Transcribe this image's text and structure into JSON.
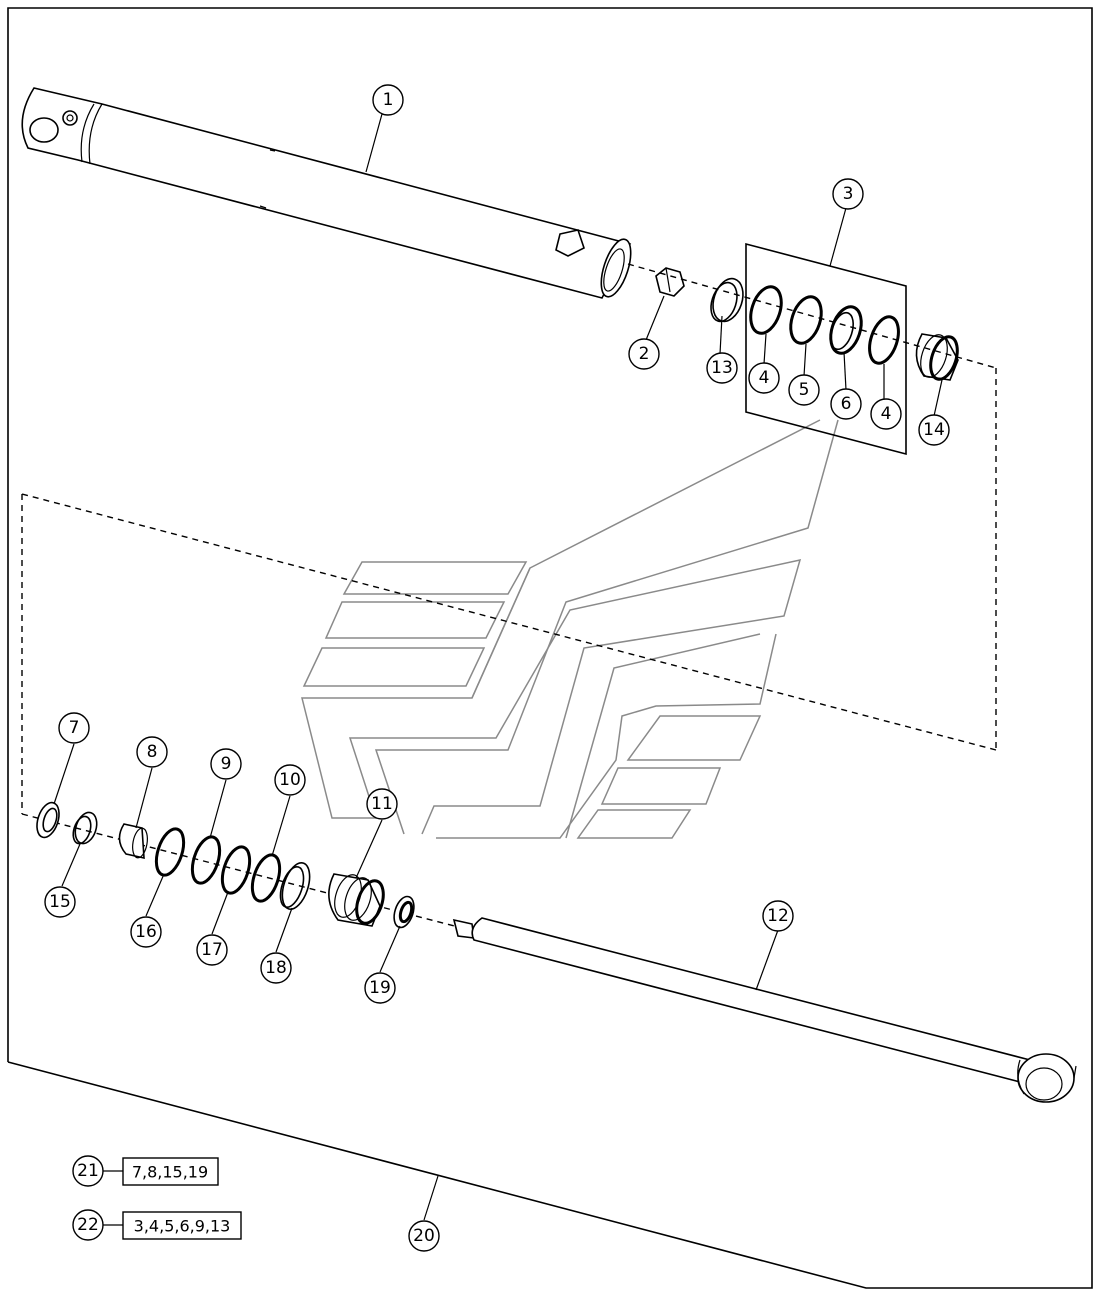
{
  "callouts": [
    "1",
    "2",
    "3",
    "4",
    "5",
    "6",
    "4",
    "7",
    "8",
    "9",
    "10",
    "11",
    "12",
    "13",
    "14",
    "15",
    "16",
    "17",
    "18",
    "19",
    "20"
  ],
  "kits": [
    {
      "number": "21",
      "contents": "7,8,15,19"
    },
    {
      "number": "22",
      "contents": "3,4,5,6,9,13"
    }
  ],
  "colors": {
    "line": "#000000",
    "watermark": "#8a8a8a",
    "background": "#ffffff"
  }
}
